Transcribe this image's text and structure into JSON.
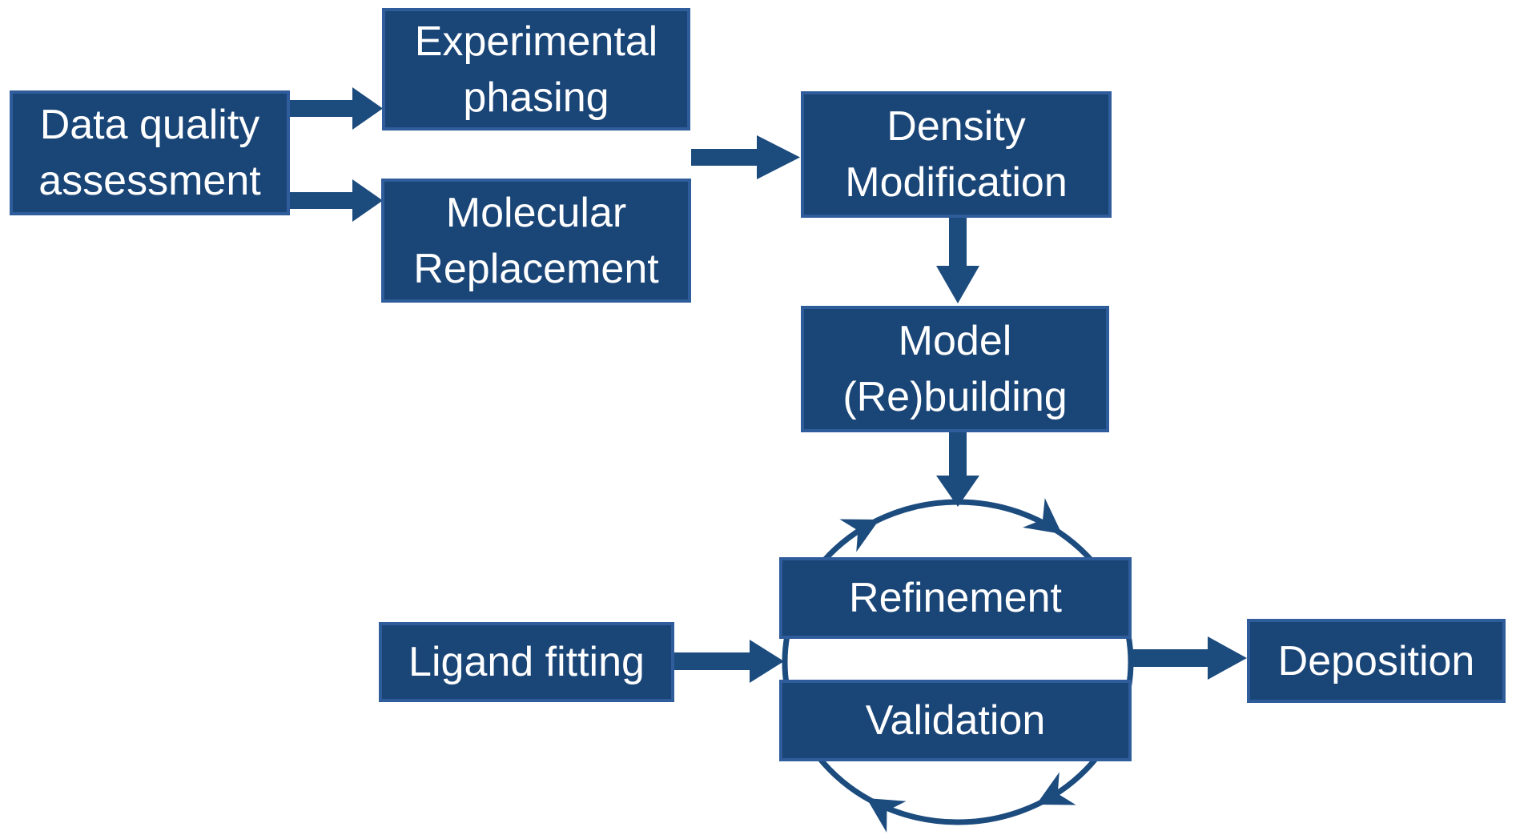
{
  "diagram": {
    "nodes": {
      "data_quality_assessment": {
        "lines": [
          "Data quality",
          "assessment"
        ]
      },
      "experimental_phasing": {
        "lines": [
          "Experimental",
          "phasing"
        ]
      },
      "molecular_replacement": {
        "lines": [
          "Molecular",
          "Replacement"
        ]
      },
      "density_modification": {
        "lines": [
          "Density",
          "Modification"
        ]
      },
      "model_rebuilding": {
        "lines": [
          "Model",
          "(Re)building"
        ]
      },
      "refinement": {
        "label": "Refinement"
      },
      "validation": {
        "label": "Validation"
      },
      "ligand_fitting": {
        "label": "Ligand fitting"
      },
      "deposition": {
        "label": "Deposition"
      }
    },
    "edges": [
      {
        "from": "data_quality_assessment",
        "to": "experimental_phasing"
      },
      {
        "from": "data_quality_assessment",
        "to": "molecular_replacement"
      },
      {
        "from": [
          "experimental_phasing",
          "molecular_replacement"
        ],
        "to": "density_modification"
      },
      {
        "from": "density_modification",
        "to": "model_rebuilding"
      },
      {
        "from": "model_rebuilding",
        "to": "refinement_validation_cycle"
      },
      {
        "from": "ligand_fitting",
        "to": "refinement_validation_cycle"
      },
      {
        "from": "refinement_validation_cycle",
        "to": "deposition"
      }
    ],
    "cycle": {
      "members": [
        "refinement",
        "validation"
      ],
      "direction": "clockwise",
      "arrowheads": 4
    }
  },
  "colors": {
    "background": "#ffffff",
    "box_fill": "#1a4577",
    "box_border": "#2f5d9b",
    "arrow_ink": "#1c4b7e",
    "text": "#ffffff"
  }
}
